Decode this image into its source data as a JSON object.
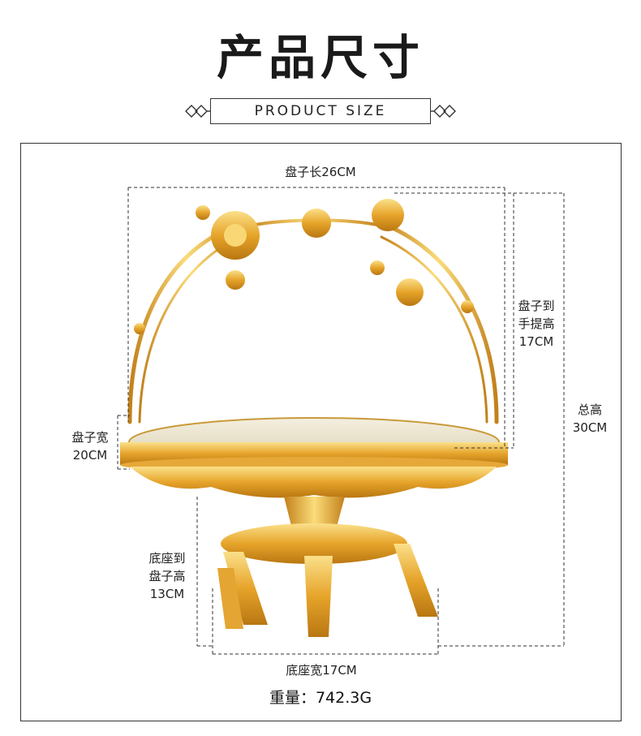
{
  "header": {
    "title": "产品尺寸",
    "subtitle": "PRODUCT SIZE"
  },
  "dimensions": {
    "plate_length": "盘子长26CM",
    "plate_to_handle_line1": "盘子到",
    "plate_to_handle_line2": "手提高",
    "plate_to_handle_line3": "17CM",
    "total_height_line1": "总高",
    "total_height_line2": "30CM",
    "plate_width_line1": "盘子宽",
    "plate_width_line2": "20CM",
    "base_to_plate_line1": "底座到",
    "base_to_plate_line2": "盘子高",
    "base_to_plate_line3": "13CM",
    "base_width": "底座宽17CM"
  },
  "weight": "重量：742.3G",
  "colors": {
    "gold": "#e0a22a",
    "gold_light": "#f6cf6a",
    "line": "#333333"
  }
}
